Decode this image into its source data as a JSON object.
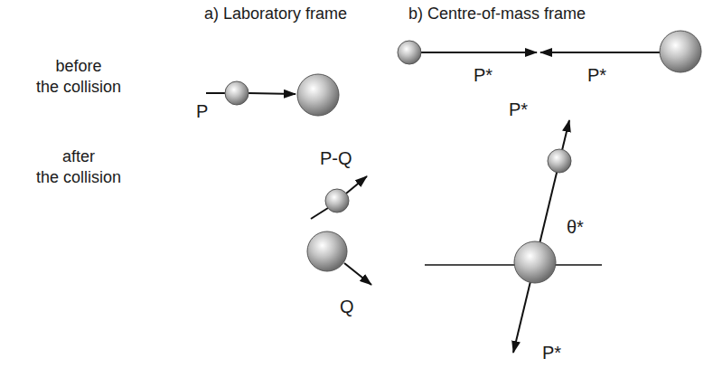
{
  "diagram": {
    "labels": [
      "a) Laboratory frame",
      "b) Centre-of-mass frame",
      "before the collision",
      "P",
      "P*",
      "P*",
      "after the collision",
      "P-Q",
      "Q",
      "P*",
      "θ*",
      "P*"
    ]
  }
}
